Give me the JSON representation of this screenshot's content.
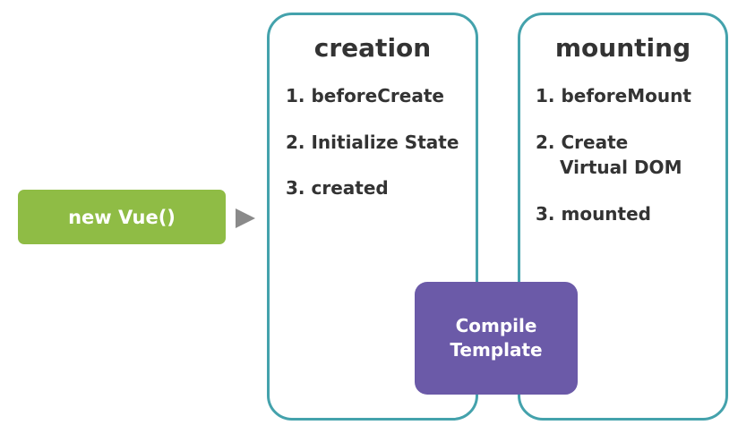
{
  "start": {
    "label": "new Vue()"
  },
  "creation": {
    "title": "creation",
    "steps": [
      {
        "num": "1.",
        "text": "beforeCreate"
      },
      {
        "num": "2.",
        "text": "Initialize State"
      },
      {
        "num": "3.",
        "text": "created"
      }
    ]
  },
  "mounting": {
    "title": "mounting",
    "steps": [
      {
        "num": "1.",
        "text": "beforeMount"
      },
      {
        "num": "2.",
        "text": "Create",
        "text2": "Virtual DOM"
      },
      {
        "num": "3.",
        "text": "mounted"
      }
    ]
  },
  "compile": {
    "line1": "Compile",
    "line2": "Template"
  },
  "colors": {
    "start_green": "#8fbc45",
    "phase_border": "#44a2ac",
    "compile_purple": "#6b5aa8",
    "arrow_gray": "#8a8a8a",
    "text_dark": "#333333"
  }
}
